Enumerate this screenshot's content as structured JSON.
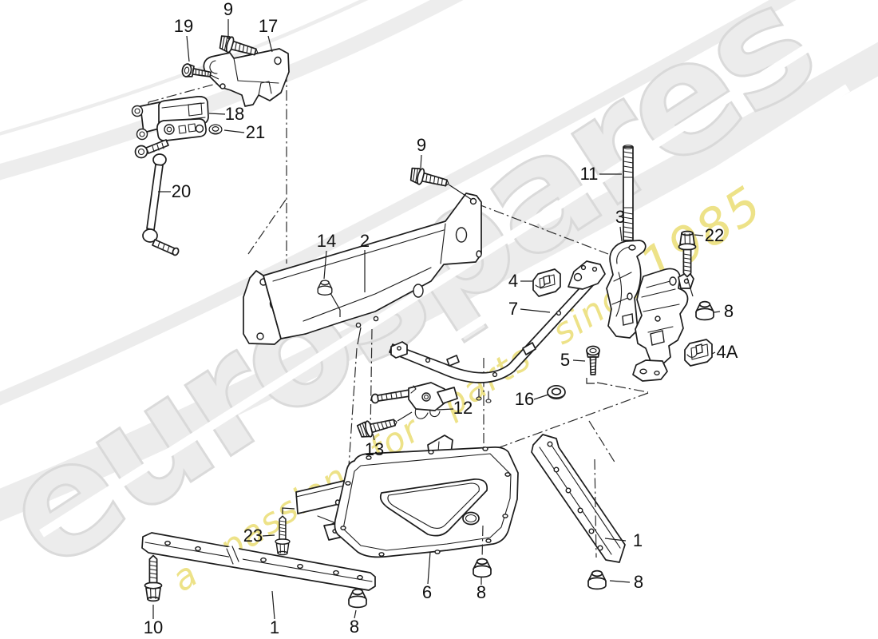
{
  "page": {
    "background": "#ffffff"
  },
  "watermark": {
    "brand": "eurospares",
    "tagline_words": "a passion for parts since",
    "tagline_year": "1985",
    "brand_color": "#ececec",
    "tagline_color": "#ecdf7c",
    "swoosh_color": "#ededed"
  },
  "diagram": {
    "line_color": "#1c1c1c",
    "callouts": [
      {
        "label": "19"
      },
      {
        "label": "9"
      },
      {
        "label": "17"
      },
      {
        "label": "18"
      },
      {
        "label": "21"
      },
      {
        "label": "20"
      },
      {
        "label": "9"
      },
      {
        "label": "11"
      },
      {
        "label": "3"
      },
      {
        "label": "22"
      },
      {
        "label": "14"
      },
      {
        "label": "2"
      },
      {
        "label": "4"
      },
      {
        "label": "7"
      },
      {
        "label": "8"
      },
      {
        "label": "4A"
      },
      {
        "label": "5"
      },
      {
        "label": "16"
      },
      {
        "label": "12"
      },
      {
        "label": "13"
      },
      {
        "label": "23"
      },
      {
        "label": "1"
      },
      {
        "label": "8"
      },
      {
        "label": "6"
      },
      {
        "label": "8"
      },
      {
        "label": "10"
      },
      {
        "label": "1"
      },
      {
        "label": "8"
      }
    ]
  }
}
